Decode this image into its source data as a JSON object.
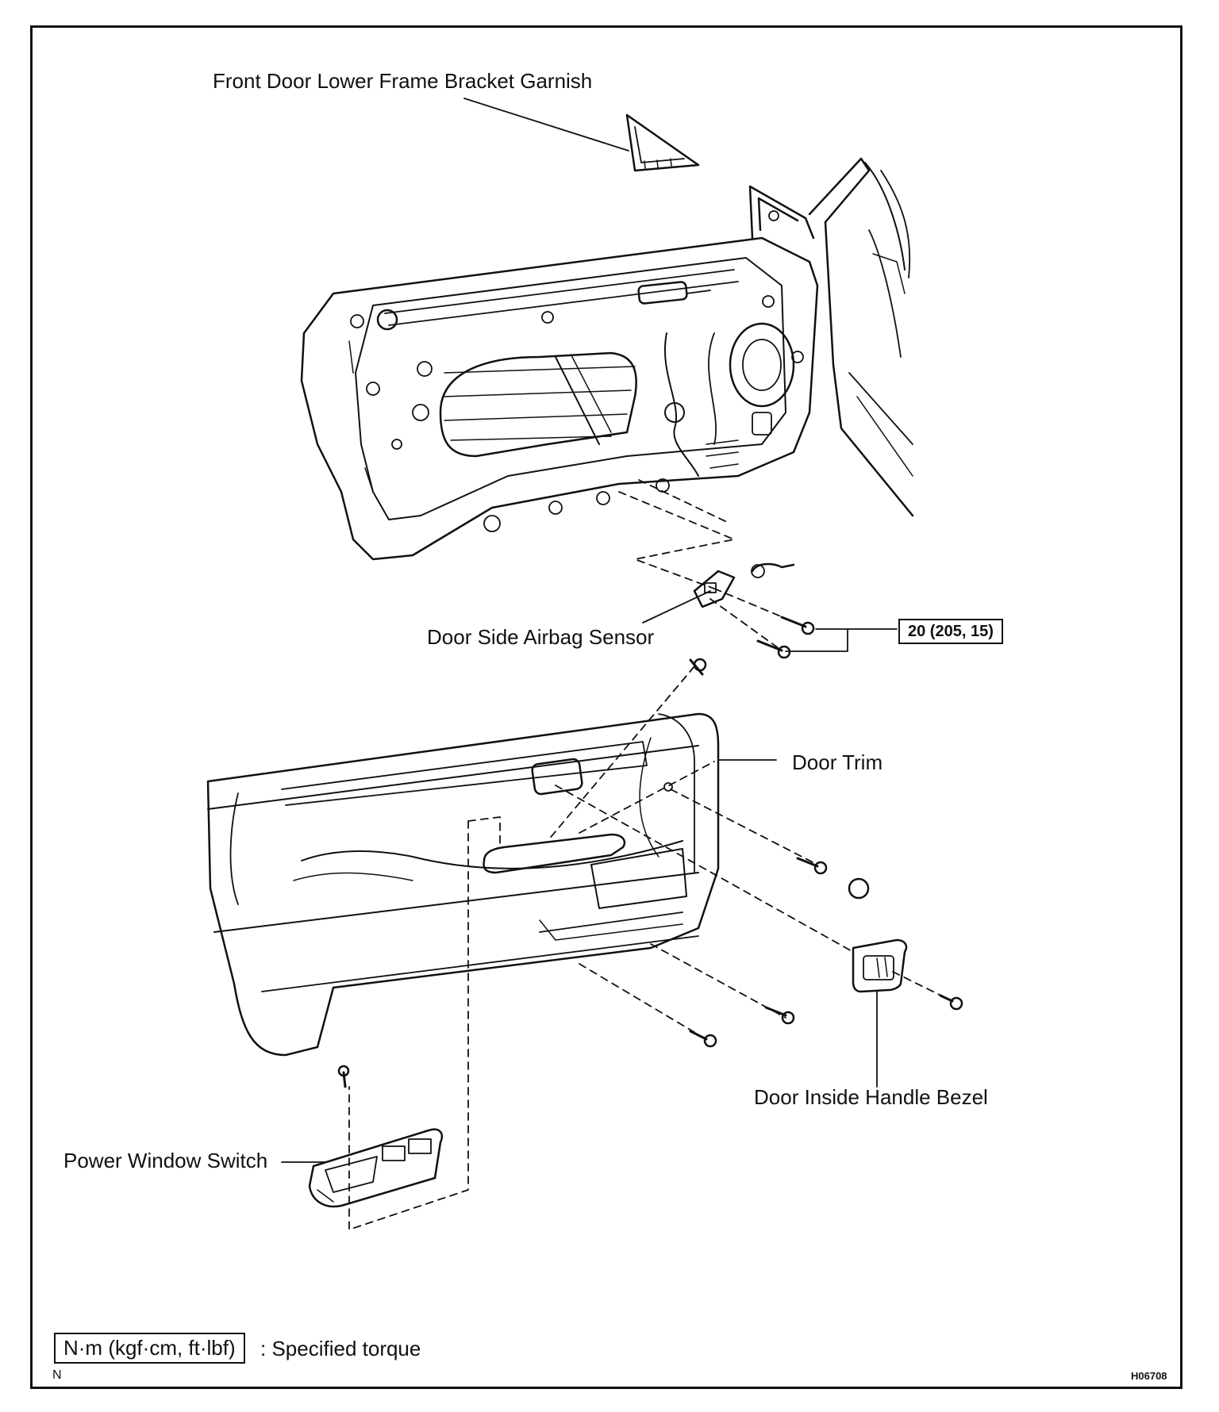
{
  "callouts": {
    "garnish": "Front Door Lower Frame Bracket Garnish",
    "airbag_sensor": "Door Side Airbag Sensor",
    "door_trim": "Door Trim",
    "handle_bezel": "Door Inside Handle Bezel",
    "window_switch": "Power Window Switch"
  },
  "torque": {
    "spec": "20 (205, 15)"
  },
  "legend": {
    "unit_box": "N·m (kgf·cm, ft·lbf)",
    "description": ": Specified torque"
  },
  "corner_marks": {
    "left": "N",
    "figure_id": "H06708"
  }
}
